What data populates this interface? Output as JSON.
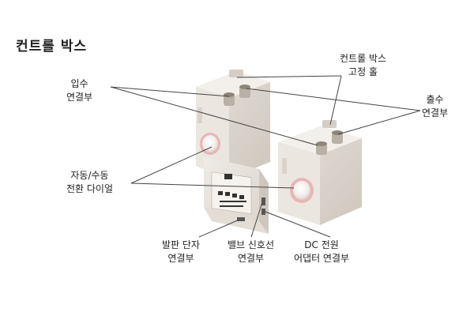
{
  "title": "컨트롤 박스",
  "labels": {
    "water_in": [
      "입수",
      "연결부"
    ],
    "box_mount": [
      "컨트롤 박스",
      "고정 홀"
    ],
    "water_out": [
      "출수",
      "연결부"
    ],
    "auto_manual": [
      "자동/수동",
      "전환 다이얼"
    ],
    "pedal": [
      "발판 단자",
      "연결부"
    ],
    "valve": [
      "밸브 신호선",
      "연결부"
    ],
    "dc": [
      "DC 전원",
      "어댑터 연결부"
    ]
  },
  "colors": {
    "box_light": "#ece7e1",
    "box_top": "#f3efea",
    "box_shadow": "#d8d1c9",
    "leader_line": "#444444",
    "dial_ring": "#e9b5b5"
  }
}
